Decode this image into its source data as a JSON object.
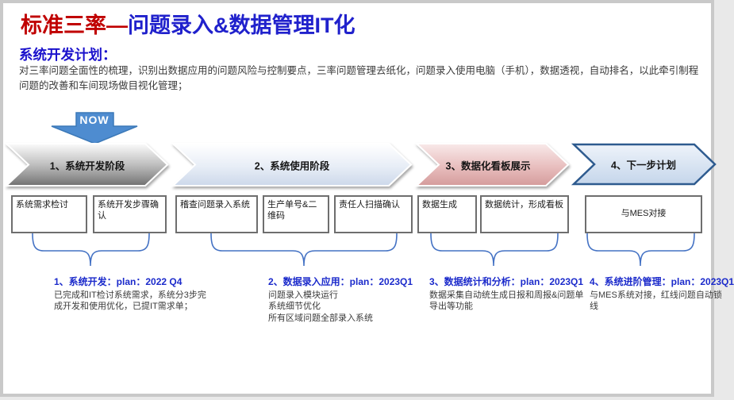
{
  "slide": {
    "title": {
      "part1": "标准三率—",
      "part2": "问题录入&数据管理IT化"
    },
    "subtitle": "系统开发计划：",
    "intro": "对三率问题全面性的梳理，识别出数据应用的问题风险与控制要点，三率问题管理去纸化，问题录入使用电脑（手机），数据透视，自动排名，以此牵引制程问题的改善和车间现场做目视化管理；",
    "now_label": "NOW",
    "stages": [
      {
        "label": "1、系统开发阶段"
      },
      {
        "label": "2、系统使用阶段"
      },
      {
        "label": "3、数据化看板展示"
      },
      {
        "label": "4、下一步计划"
      }
    ],
    "boxes": [
      {
        "label": "系统需求检讨"
      },
      {
        "label": "系统开发步骤确认"
      },
      {
        "label": "稽查问题录入系统"
      },
      {
        "label": "生产单号&二维码"
      },
      {
        "label": "责任人扫描确认"
      },
      {
        "label": "数据生成"
      },
      {
        "label": "数据统计，形成看板"
      },
      {
        "label": "与MES对接"
      }
    ],
    "plans": [
      {
        "title": "1、系统开发：plan：2022 Q4",
        "lines": [
          "已完成和IT检讨系统需求，系统分3步完",
          "成开发和使用优化，已提IT需求单；"
        ]
      },
      {
        "title": "2、数据录入应用：plan：2023Q1",
        "lines": [
          "问题录入模块运行",
          "系统细节优化",
          "所有区域问题全部录入系统"
        ]
      },
      {
        "title": "3、数据统计和分析：plan：2023Q1",
        "lines": [
          "数据采集自动统生成日报和周报&问题单",
          "导出等功能"
        ]
      },
      {
        "title": "4、系统进阶管理：plan：2023Q1",
        "lines": [
          "与MES系统对接，红线问题自动锁",
          "线"
        ]
      }
    ],
    "colors": {
      "title_red": "#c00000",
      "title_blue": "#2021cc",
      "heading_blue": "#1b12cc",
      "plan_blue": "#1b2acb",
      "now_arrow_fill": "#4e8cd0",
      "brace_blue": "#4472c4",
      "stage1_dark": "#787878",
      "stage2_light": "#cdd9eb",
      "stage3_pink": "#d49b9b",
      "stage4_fill": "#cfdeef",
      "stage4_border": "#2e5b8f",
      "box_border": "#6e6e6e"
    }
  }
}
